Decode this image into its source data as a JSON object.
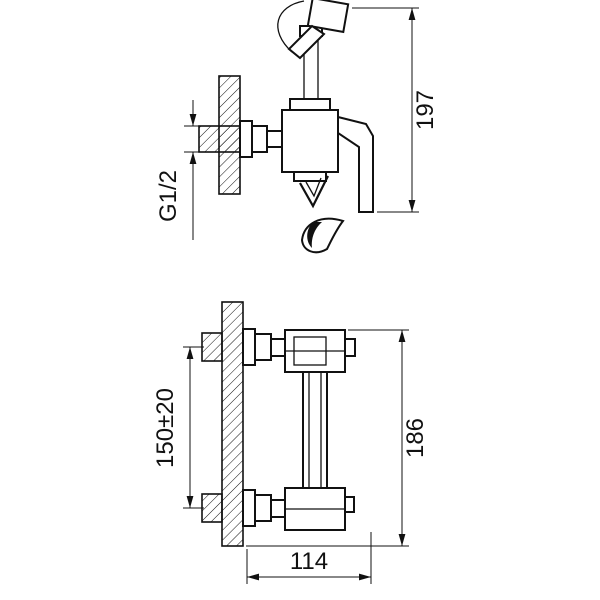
{
  "dimensions": {
    "side_height": "197",
    "thread": "G1/2",
    "spacing": "150±20",
    "front_height": "186",
    "width": "114"
  }
}
